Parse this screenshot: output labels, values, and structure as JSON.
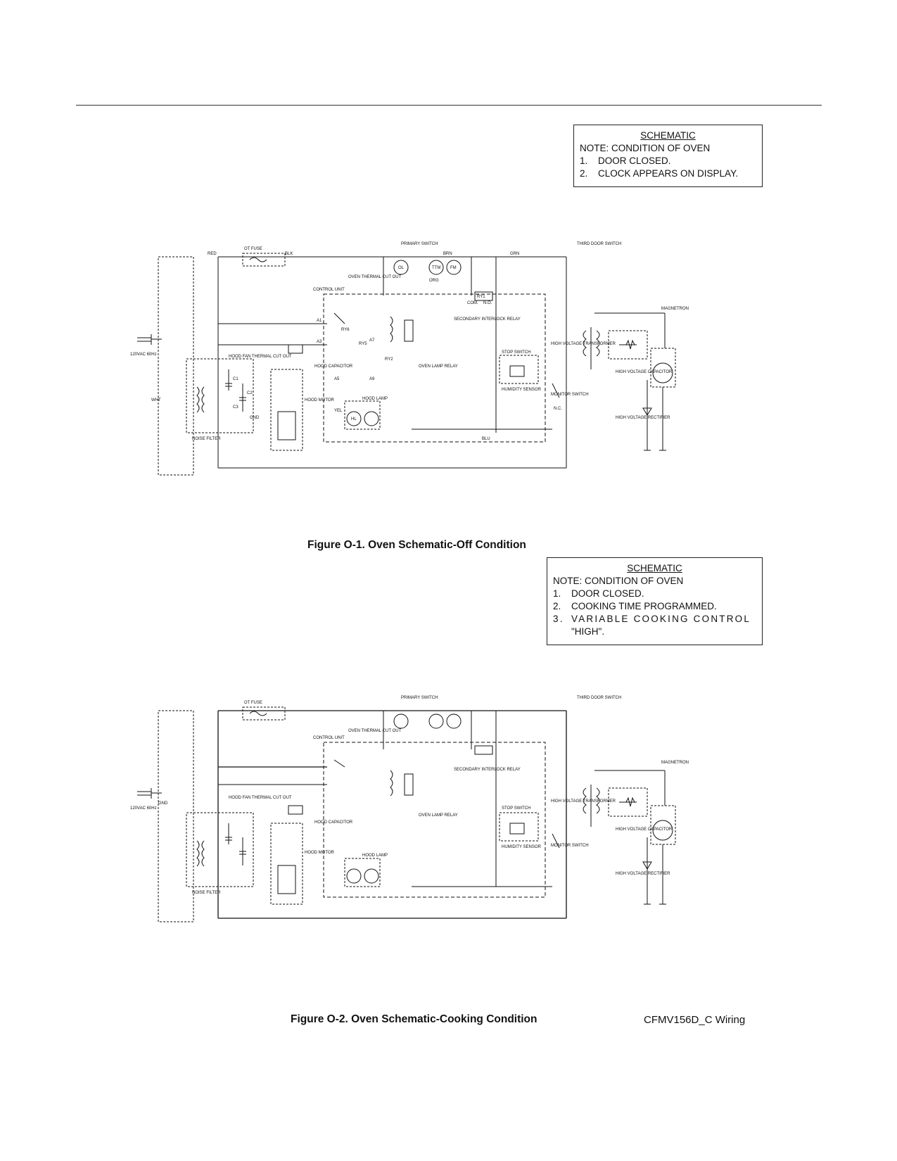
{
  "figure1": {
    "note": {
      "title": "SCHEMATIC",
      "heading": "NOTE: CONDITION OF OVEN",
      "items": [
        {
          "num": "1.",
          "text": "DOOR CLOSED."
        },
        {
          "num": "2.",
          "text": "CLOCK APPEARS ON DISPLAY."
        }
      ]
    },
    "caption": "Figure O-1. Oven Schematic-Off Condition"
  },
  "figure2": {
    "note": {
      "title": "SCHEMATIC",
      "heading": "NOTE: CONDITION OF OVEN",
      "items": [
        {
          "num": "1.",
          "text": "DOOR CLOSED."
        },
        {
          "num": "2.",
          "text": "COOKING TIME PROGRAMMED."
        },
        {
          "num": "3.",
          "text": "VARIABLE COOKING CONTROL"
        },
        {
          "num": "",
          "text": "\"HIGH\"."
        }
      ]
    },
    "caption": "Figure O-2. Oven Schematic-Cooking Condition"
  },
  "doc_code": "CFMV156D_C Wiring",
  "schematic_labels": {
    "otfuse": "OT FUSE",
    "primary_switch": "PRIMARY SWITCH",
    "third_door_switch": "THIRD DOOR SWITCH",
    "oven_thermal_cutout": "OVEN THERMAL CUT OUT",
    "control_unit": "CONTROL UNIT",
    "hood_fan_thermal": "HOOD FAN THERMAL CUT OUT",
    "hood_capacitor": "HOOD CAPACITOR",
    "hood_motor": "HOOD MOTOR",
    "hood_lamp": "HOOD LAMP",
    "oven_lamp_relay": "OVEN LAMP RELAY",
    "secondary_interlock": "SECONDARY INTERLOCK RELAY",
    "stop_switch": "STOP SWITCH",
    "humidity_sensor": "HUMIDITY SENSOR",
    "high_voltage_transformer": "HIGH VOLTAGE TRANSFORMER",
    "monitor_switch": "MONITOR SWITCH",
    "high_voltage_capacitor": "HIGH VOLTAGE CAPACITOR",
    "high_voltage_rectifier": "HIGH VOLTAGE RECTIFIER",
    "magnetron": "MAGNETRON",
    "noise_filter": "NOISE FILTER",
    "supply": "120VAC 60Hz",
    "gnd": "GND",
    "com": "COM.",
    "no": "N.O.",
    "nc": "N.C.",
    "wire_blk": "BLK",
    "wire_red": "RED",
    "wire_wht": "WHT",
    "wire_grn": "GRN",
    "wire_blu": "BLU",
    "wire_yel": "YEL",
    "wire_brn": "BRN",
    "wire_org": "ORG",
    "ol": "OL",
    "ttm": "TTM",
    "fm": "FM",
    "hl": "HL",
    "ry1": "RY1",
    "ry2": "RY2",
    "ry5": "RY5",
    "ry6": "RY6",
    "a1": "A1",
    "a3": "A3",
    "a5": "A5",
    "a7": "A7",
    "a9": "A9",
    "c1": "C1",
    "c2": "C2",
    "c3": "C3"
  }
}
